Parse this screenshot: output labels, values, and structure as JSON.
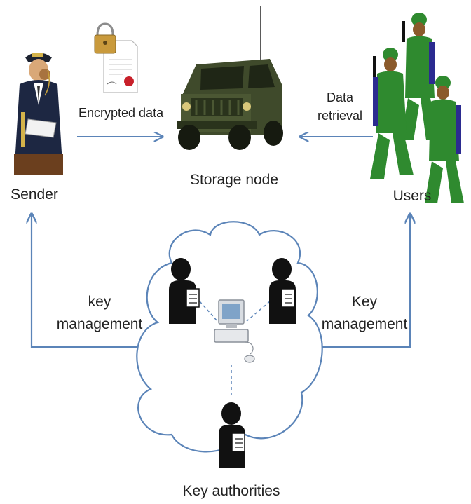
{
  "nodes": {
    "sender": "Sender",
    "storage": "Storage node",
    "users": "Users",
    "authorities": "Key authorities"
  },
  "edges": {
    "encrypted_data": "Encrypted data",
    "data_retrieval_line1": "Data",
    "data_retrieval_line2": "retrieval",
    "key_mgmt_left_line1": "key",
    "key_mgmt_left_line2": "management",
    "key_mgmt_right_line1": "Key",
    "key_mgmt_right_line2": "management"
  },
  "colors": {
    "arrow": "#5b84b8",
    "cloud_stroke": "#5b84b8",
    "person": "#111111",
    "vehicle": "#3d4a2a",
    "soldier_uniform": "#2f8a2f"
  }
}
